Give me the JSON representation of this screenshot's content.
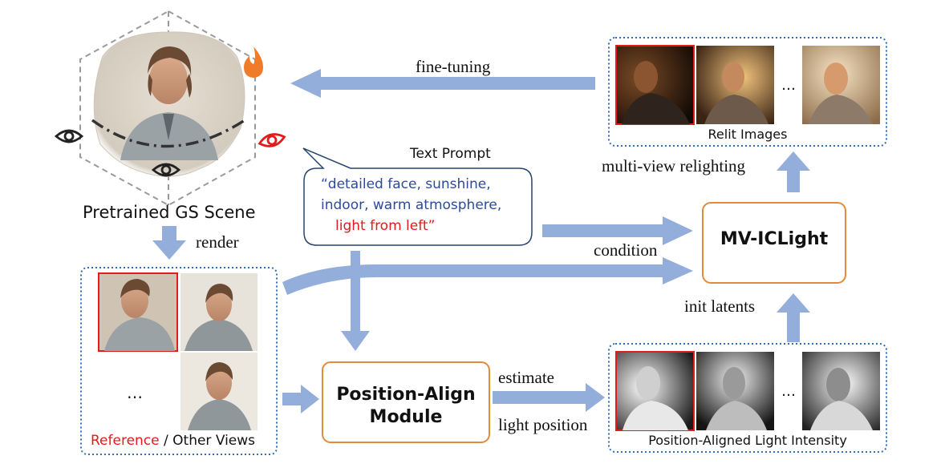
{
  "scene": {
    "caption": "Pretrained GS Scene",
    "render_label": "render"
  },
  "views": {
    "ellipsis": "…",
    "caption_ref": "Reference",
    "caption_sep": " / ",
    "caption_rest": "Other Views"
  },
  "prompt": {
    "heading": "Text Prompt",
    "line1": "“detailed face, sunshine,",
    "line2": "indoor, warm atmosphere,",
    "line3": "light from left”"
  },
  "arrows": {
    "fine_tuning": "fine-tuning",
    "multi_view_relighting": "multi-view relighting",
    "condition": "condition",
    "init_latents": "init latents",
    "estimate": "estimate",
    "light_position": "light position"
  },
  "modules": {
    "mv_iclight": "MV-ICLight",
    "position_align_line1": "Position-Align",
    "position_align_line2": "Module"
  },
  "relit": {
    "ellipsis": "…",
    "caption": "Relit Images"
  },
  "intensity": {
    "ellipsis": "…",
    "caption": "Position-Aligned Light Intensity"
  },
  "colors": {
    "arrow": "#94aedc",
    "dotted_border": "#2e6fb5",
    "module_border": "#e58a3a",
    "accent_red": "#e21b1b",
    "prompt_text": "#2d4a9e",
    "prompt_border": "#23456e",
    "fire": "#f07c2a"
  },
  "icons": [
    "eye-icon",
    "fire-icon"
  ]
}
